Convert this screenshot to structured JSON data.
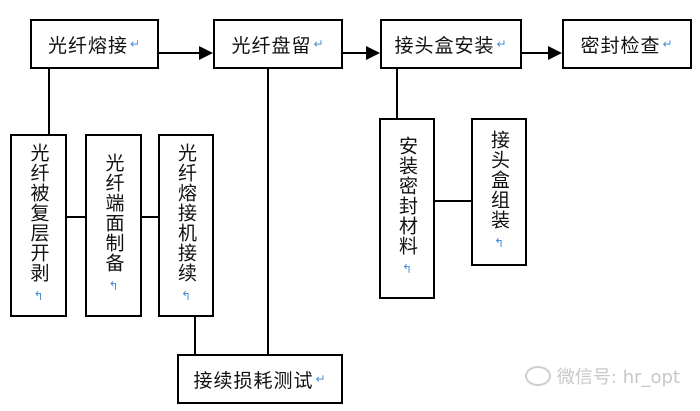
{
  "diagram": {
    "main_flow": [
      {
        "id": "fiber-splicing",
        "label": "光纤熔接"
      },
      {
        "id": "fiber-coiling",
        "label": "光纤盘留"
      },
      {
        "id": "closure-install",
        "label": "接头盒安装"
      },
      {
        "id": "seal-check",
        "label": "密封检查"
      }
    ],
    "sub_steps_splicing": [
      {
        "id": "coating-stripping",
        "label": "光纤被复层开剥"
      },
      {
        "id": "end-face-prep",
        "label": "光纤端面制备"
      },
      {
        "id": "splicer-joining",
        "label": "光纤熔接机接续"
      }
    ],
    "sub_steps_closure": [
      {
        "id": "install-seal-material",
        "label": "安装密封材料"
      },
      {
        "id": "closure-assembly",
        "label": "接头盒组装"
      }
    ],
    "loss_test": {
      "id": "splice-loss-test",
      "label": "接续损耗测试"
    },
    "return_mark": "↵",
    "return_mark_vertical": "↰"
  },
  "watermark": {
    "text": "微信号: hr_opt"
  }
}
